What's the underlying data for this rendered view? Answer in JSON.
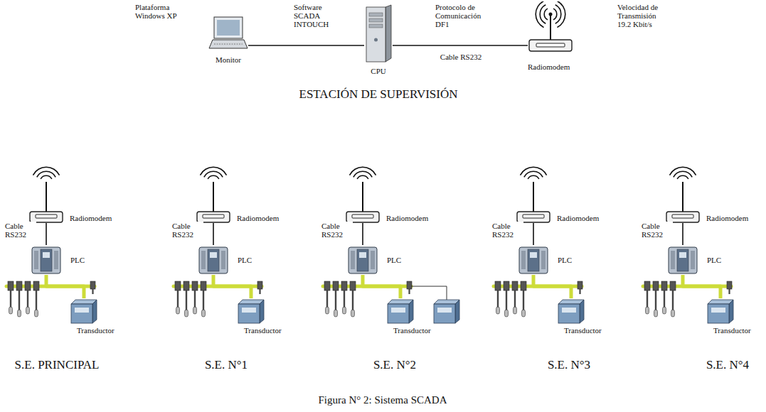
{
  "diagram": {
    "caption": "Figura N° 2: Sistema SCADA",
    "nodes": [
      {
        "text": [
          "Monitor"
        ]
      },
      {
        "text": [
          "CPU"
        ]
      },
      {
        "text": [
          "Radiomodem"
        ]
      },
      {
        "text": [
          "Radiomodem"
        ]
      },
      {
        "text": [
          "PLC"
        ]
      },
      {
        "text": [
          "Transductor"
        ]
      },
      {
        "text": [
          "Radiomodem"
        ]
      },
      {
        "text": [
          "PLC"
        ]
      },
      {
        "text": [
          "Transductor"
        ]
      },
      {
        "text": [
          "Radiomodem"
        ]
      },
      {
        "text": [
          "PLC"
        ]
      },
      {
        "text": [
          "Transductor"
        ]
      },
      {
        "text": [
          "Radiomodem"
        ]
      },
      {
        "text": [
          "PLC"
        ]
      },
      {
        "text": [
          "Transductor"
        ]
      },
      {
        "text": [
          "Radiomodem"
        ]
      },
      {
        "text": [
          "PLC"
        ]
      },
      {
        "text": [
          "Transductor"
        ]
      }
    ],
    "edges": [
      {
        "from": 0,
        "to": 1,
        "arrow": "none"
      },
      {
        "from": 1,
        "to": 2,
        "label": "Cable RS232",
        "arrow": "none"
      },
      {
        "from": 3,
        "to": 4,
        "label": "Cable RS232",
        "arrow": "none"
      },
      {
        "from": 4,
        "to": 5,
        "arrow": "none"
      },
      {
        "from": 6,
        "to": 7,
        "label": "Cable RS232",
        "arrow": "none"
      },
      {
        "from": 7,
        "to": 8,
        "arrow": "none"
      },
      {
        "from": 9,
        "to": 10,
        "label": "Cable RS232",
        "arrow": "none"
      },
      {
        "from": 10,
        "to": 11,
        "arrow": "none"
      },
      {
        "from": 12,
        "to": 13,
        "label": "Cable RS232",
        "arrow": "none"
      },
      {
        "from": 13,
        "to": 14,
        "arrow": "none"
      },
      {
        "from": 15,
        "to": 16,
        "label": "Cable RS232",
        "arrow": "none"
      },
      {
        "from": 16,
        "to": 17,
        "arrow": "none"
      }
    ],
    "labels": [
      "Plataforma Windows XP",
      "Software SCADA INTOUCH",
      "Protocolo de Comunicación DF1",
      "Velocidad de Transmisión 19.2 Kbit/s",
      "ESTACIÓN DE SUPERVISIÓN",
      "S.E. PRINCIPAL",
      "S.E. N°1",
      "S.E. N°2",
      "S.E. N°3",
      "S.E. N°4"
    ]
  }
}
